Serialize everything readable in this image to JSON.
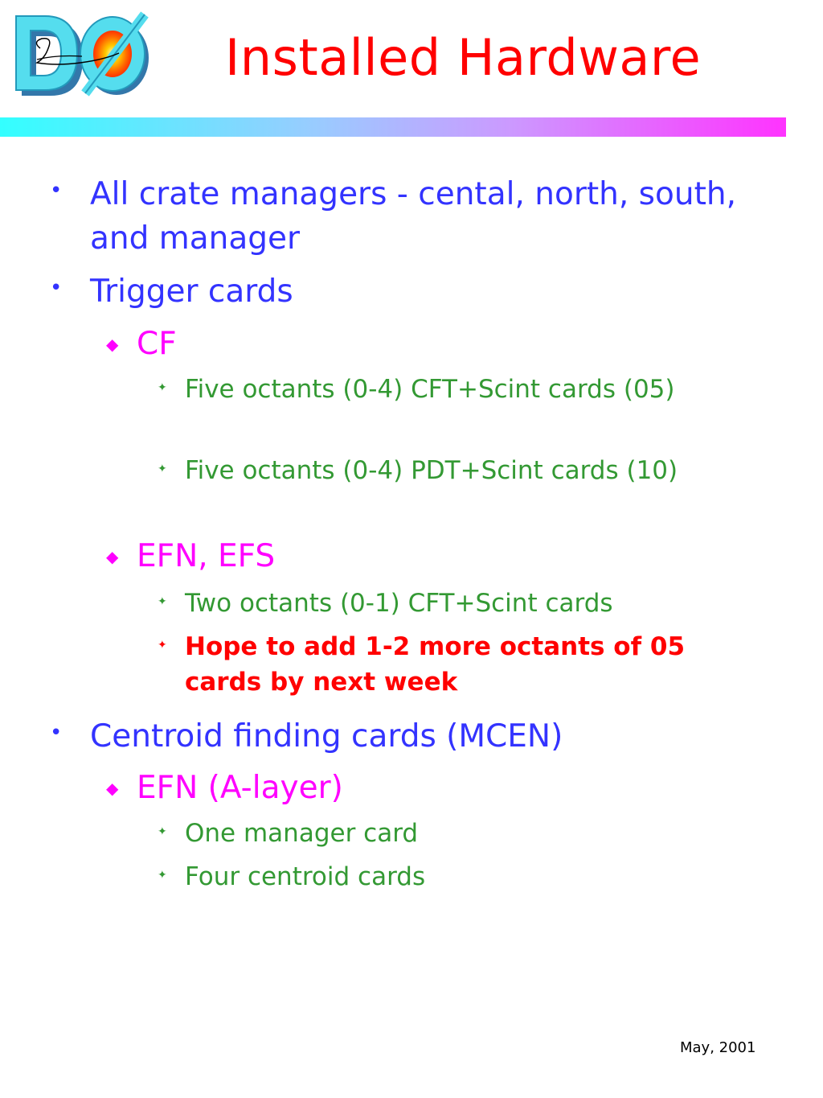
{
  "slide": {
    "title": "Installed Hardware",
    "footer": "May, 2001",
    "logo_icon": "d0-experiment-logo"
  },
  "bullets": [
    {
      "level": 1,
      "text": "All crate managers - cental, north, south, and manager"
    },
    {
      "level": 1,
      "text": "Trigger cards"
    },
    {
      "level": 2,
      "text": "CF"
    },
    {
      "level": 3,
      "text": "Five octants (0-4) CFT+Scint cards (05)"
    },
    {
      "level": 3,
      "text": "Five octants (0-4) PDT+Scint cards (10)"
    },
    {
      "level": 2,
      "text": "EFN, EFS"
    },
    {
      "level": 3,
      "text": "Two octants (0-1) CFT+Scint cards"
    },
    {
      "level": 3,
      "text": "Hope to add 1-2 more octants of 05 cards by next week",
      "highlight": "red"
    },
    {
      "level": 1,
      "text": "Centroid finding cards (MCEN)"
    },
    {
      "level": 2,
      "text": "EFN (A-layer)"
    },
    {
      "level": 3,
      "text": "One manager card"
    },
    {
      "level": 3,
      "text": "Four centroid cards"
    }
  ],
  "colors": {
    "title": "#ff0000",
    "level1": "#3333ff",
    "level2": "#ff00ff",
    "level3": "#339933",
    "highlight": "#ff0000"
  }
}
